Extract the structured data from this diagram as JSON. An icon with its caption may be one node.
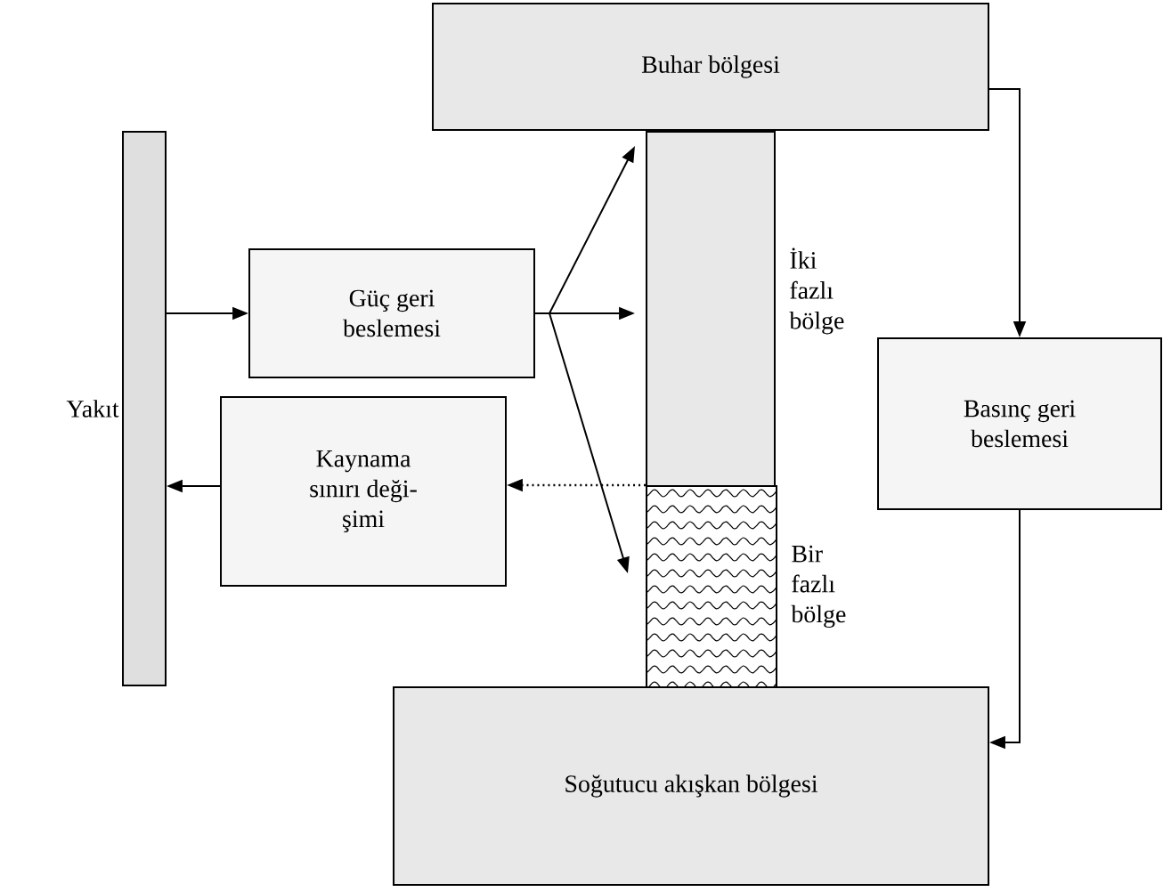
{
  "diagram": {
    "nodes": [
      {
        "text": [
          "Buhar bölgesi"
        ]
      },
      {
        "text": [
          "Yakıt"
        ]
      },
      {
        "text": [
          "Güç geri beslemesi"
        ]
      },
      {
        "text": [
          "Kaynama sınırı deği- şimi"
        ]
      },
      {
        "text": [
          "İki fazlı bölge"
        ]
      },
      {
        "text": [
          "Bir fazlı bölge"
        ]
      },
      {
        "text": [
          "Basınç geri beslemesi"
        ]
      },
      {
        "text": [
          "Soğutucu akışkan bölgesi"
        ]
      }
    ],
    "edges": [
      {
        "from": 1,
        "to": 2,
        "arrow": "to"
      },
      {
        "from": 2,
        "to": 4,
        "arrow": "to"
      },
      {
        "from": 2,
        "to": 4,
        "arrow": "to"
      },
      {
        "from": 2,
        "to": 5,
        "arrow": "to"
      },
      {
        "from": 5,
        "to": 3,
        "arrow": "to",
        "style": "dashed"
      },
      {
        "from": 3,
        "to": 1,
        "arrow": "to"
      },
      {
        "from": 0,
        "to": 6,
        "arrow": "to"
      },
      {
        "from": 6,
        "to": 7,
        "arrow": "to"
      }
    ]
  }
}
